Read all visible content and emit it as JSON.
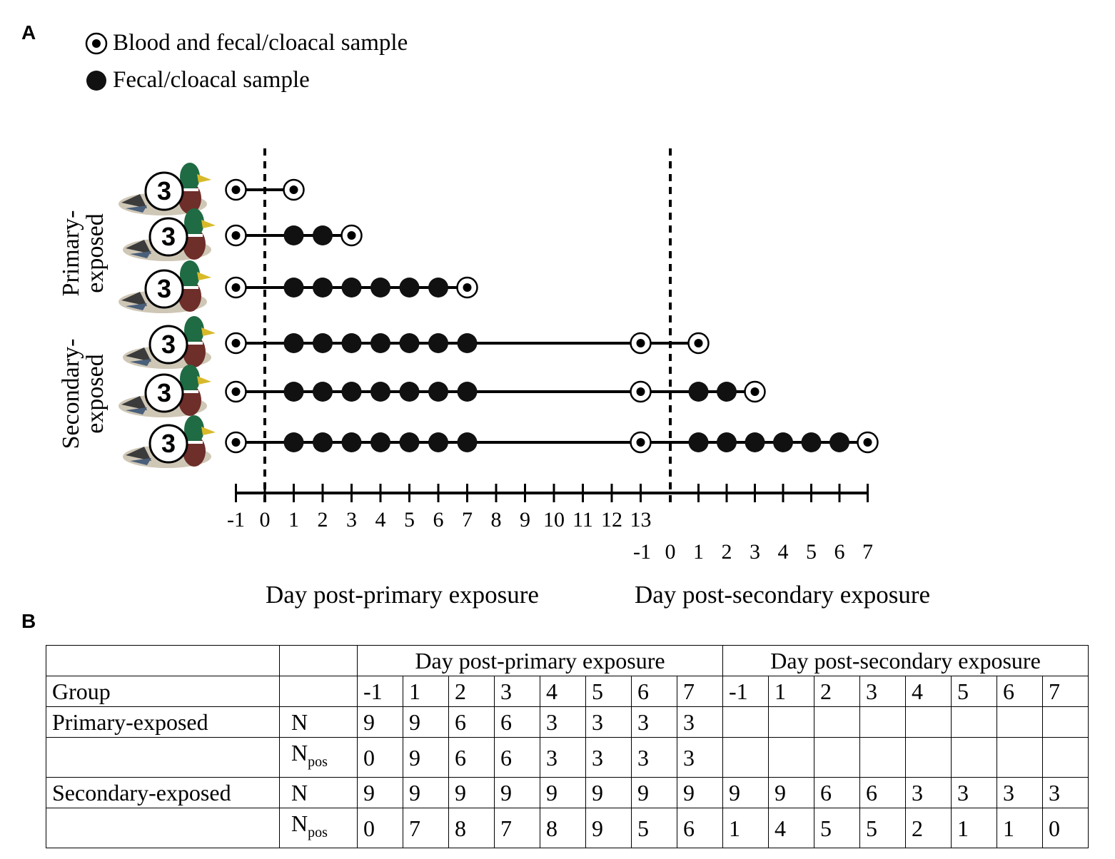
{
  "panel_labels": {
    "a": "A",
    "b": "B"
  },
  "legend": {
    "blood_and_fecal": "Blood and fecal/cloacal sample",
    "fecal_only": "Fecal/cloacal sample"
  },
  "group_labels": {
    "primary": [
      "Primary-",
      "exposed"
    ],
    "secondary": [
      "Secondary-",
      "exposed"
    ]
  },
  "duck_badge_number": "3",
  "axis": {
    "primary_ticks": [
      "-1",
      "0",
      "1",
      "2",
      "3",
      "4",
      "5",
      "6",
      "7",
      "8",
      "9",
      "10",
      "11",
      "12",
      "13"
    ],
    "secondary_ticks": [
      "-1",
      "0",
      "1",
      "2",
      "3",
      "4",
      "5",
      "6",
      "7"
    ],
    "primary_title": "Day post-primary exposure",
    "secondary_title": "Day post-secondary exposure"
  },
  "sampling_rows": [
    {
      "group": "primary",
      "primary_blood_days": [
        -1,
        1
      ],
      "primary_fecal_days": [],
      "secondary_blood_days": [],
      "secondary_fecal_days": []
    },
    {
      "group": "primary",
      "primary_blood_days": [
        -1,
        3
      ],
      "primary_fecal_days": [
        1,
        2
      ],
      "secondary_blood_days": [],
      "secondary_fecal_days": []
    },
    {
      "group": "primary",
      "primary_blood_days": [
        -1,
        7
      ],
      "primary_fecal_days": [
        1,
        2,
        3,
        4,
        5,
        6
      ],
      "secondary_blood_days": [],
      "secondary_fecal_days": []
    },
    {
      "group": "secondary",
      "primary_blood_days": [
        -1,
        13
      ],
      "primary_fecal_days": [
        1,
        2,
        3,
        4,
        5,
        6,
        7
      ],
      "secondary_blood_days": [
        1
      ],
      "secondary_fecal_days": []
    },
    {
      "group": "secondary",
      "primary_blood_days": [
        -1,
        13
      ],
      "primary_fecal_days": [
        1,
        2,
        3,
        4,
        5,
        6,
        7
      ],
      "secondary_blood_days": [
        3
      ],
      "secondary_fecal_days": [
        1,
        2
      ]
    },
    {
      "group": "secondary",
      "primary_blood_days": [
        -1,
        13
      ],
      "primary_fecal_days": [
        1,
        2,
        3,
        4,
        5,
        6,
        7
      ],
      "secondary_blood_days": [
        7
      ],
      "secondary_fecal_days": [
        1,
        2,
        3,
        4,
        5,
        6
      ]
    }
  ],
  "table": {
    "header_primary": "Day post-primary exposure",
    "header_secondary": "Day post-secondary exposure",
    "group_col": "Group",
    "days": [
      "-1",
      "1",
      "2",
      "3",
      "4",
      "5",
      "6",
      "7"
    ],
    "rows": [
      {
        "group": "Primary-exposed",
        "label": "N",
        "sub": "",
        "primary": [
          "9",
          "9",
          "6",
          "6",
          "3",
          "3",
          "3",
          "3"
        ],
        "secondary": [
          "",
          "",
          "",
          "",
          "",
          "",
          "",
          ""
        ]
      },
      {
        "group": "",
        "label": "N",
        "sub": "pos",
        "primary": [
          "0",
          "9",
          "6",
          "6",
          "3",
          "3",
          "3",
          "3"
        ],
        "secondary": [
          "",
          "",
          "",
          "",
          "",
          "",
          "",
          ""
        ]
      },
      {
        "group": "Secondary-exposed",
        "label": "N",
        "sub": "",
        "primary": [
          "9",
          "9",
          "9",
          "9",
          "9",
          "9",
          "9",
          "9"
        ],
        "secondary": [
          "9",
          "9",
          "6",
          "6",
          "3",
          "3",
          "3",
          "3"
        ]
      },
      {
        "group": "",
        "label": "N",
        "sub": "pos",
        "primary": [
          "0",
          "7",
          "8",
          "7",
          "8",
          "9",
          "5",
          "6"
        ],
        "secondary": [
          "1",
          "4",
          "5",
          "5",
          "2",
          "1",
          "1",
          "0"
        ]
      }
    ]
  }
}
